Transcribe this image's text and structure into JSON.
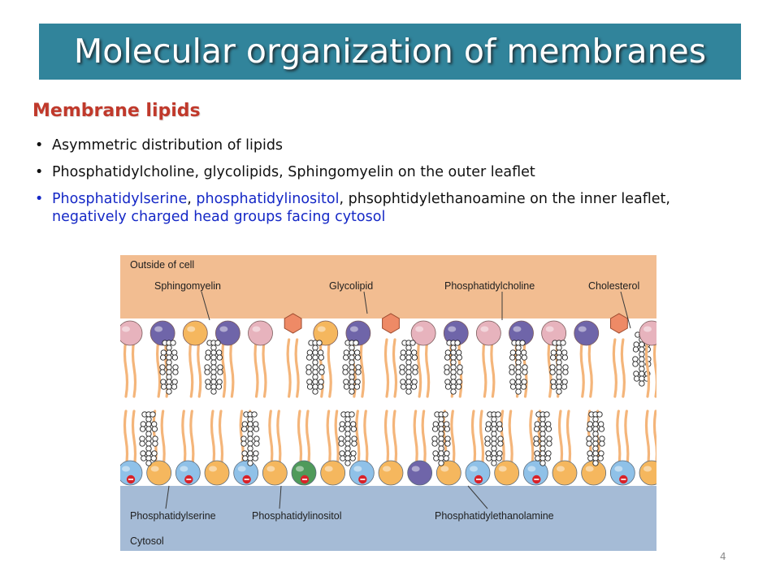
{
  "slide": {
    "title": "Molecular organization of membranes",
    "subheading": "Membrane lipids",
    "page_number": "4"
  },
  "bullets": [
    {
      "parts": [
        {
          "text": "Asymmetric distribution of lipids",
          "blue": false
        }
      ]
    },
    {
      "parts": [
        {
          "text": "Phosphatidylcholine, glycolipids, Sphingomyelin on the outer leaflet",
          "blue": false
        }
      ]
    },
    {
      "parts": [
        {
          "text": "Phosphatidylserine",
          "blue": true
        },
        {
          "text": ", ",
          "blue": false
        },
        {
          "text": "phosphatidylinositol",
          "blue": true
        },
        {
          "text": ", phsophtidylethanoamine on the inner leaflet, ",
          "blue": false
        },
        {
          "text": "negatively charged head groups facing cytosol",
          "blue": true
        }
      ]
    }
  ],
  "diagram": {
    "region_labels": {
      "outside": "Outside of cell",
      "cytosol": "Cytosol"
    },
    "outer_labels": [
      "Sphingomyelin",
      "Glycolipid",
      "Phosphatidylcholine",
      "Cholesterol"
    ],
    "inner_labels": [
      "Phosphatidylserine",
      "Phosphatidylinositol",
      "Phosphatidylethanolamine"
    ],
    "outer_leaflet": [
      "PC",
      "SM",
      "PE",
      "SM",
      "PC",
      "GL",
      "PE",
      "SM",
      "GL",
      "PC",
      "SM",
      "PC",
      "SM",
      "PC",
      "SM",
      "CH",
      "PC"
    ],
    "inner_leaflet": [
      "PS",
      "PE",
      "PS",
      "PE",
      "PS",
      "PE",
      "PI",
      "PE",
      "PS",
      "PE",
      "SM",
      "PE",
      "PS",
      "PE",
      "PS",
      "PE",
      "PE",
      "PS",
      "PE"
    ],
    "colors": {
      "outside_bg": "#f2bd91",
      "cytosol_bg": "#a5bbd6",
      "PC": "#e7b3bd",
      "SM": "#6f65a9",
      "PE": "#f5b75e",
      "PS": "#8fc1e8",
      "PI": "#4f9a5a",
      "GL": "#ee8a66",
      "tail": "#f4b57a",
      "charge": "#d8232a"
    }
  }
}
